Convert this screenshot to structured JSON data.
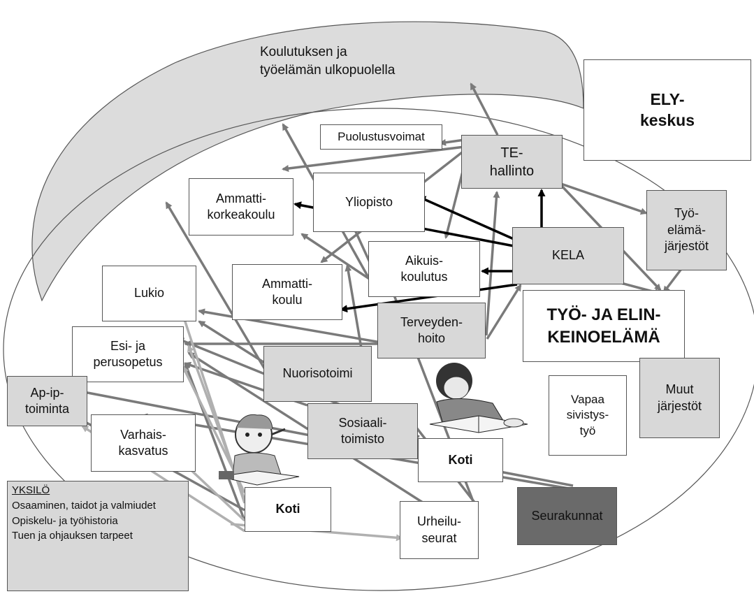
{
  "outside_label": "Koulutuksen ja\ntyöelämän ulkopuolella",
  "boxes": {
    "ely": "ELY-\nkeskus",
    "puolustusvoimat": "Puolustusvoimat",
    "te_hallinto": "TE-\nhallinto",
    "ammattikorkeakoulu": "Ammatti-\nkorkeakoulu",
    "yliopisto": "Yliopisto",
    "tyoelamajarjestot": "Työ-\nelämä-\njärjestöt",
    "aikuiskoulutus": "Aikuis-\nkoulutus",
    "kela": "KELA",
    "lukio": "Lukio",
    "ammattikoulu": "Ammatti-\nkoulu",
    "tyo_ja_elinkeinoelama": "TYÖ- JA ELIN-\nKEINOELÄMÄ",
    "terveydenhoito": "Terveyden-\nhoito",
    "esi_ja_perusopetus": "Esi- ja\nperusopetus",
    "nuorisotoimi": "Nuorisotoimi",
    "vapaa_sivistystyo": "Vapaa\nsivistys-\ntyö",
    "muut_jarjestot": "Muut\njärjestöt",
    "ap_ip_toiminta": "Ap-ip-\ntoiminta",
    "varhaiskasvatus": "Varhais-\nkasvatus",
    "sosiaalitoimisto": "Sosiaali-\ntoimisto",
    "koti_right": "Koti",
    "koti_left": "Koti",
    "urheiluseurat": "Urheilu-\nseurat",
    "seurakunnat": "Seurakunnat"
  },
  "yksilo": {
    "title": "YKSILÖ",
    "lines": [
      "Osaaminen, taidot ja valmiudet",
      "Opiskelu- ja työhistoria",
      "Tuen ja ohjauksen tarpeet"
    ]
  },
  "colors": {
    "box_gray": "#d8d8d8",
    "box_dark": "#6a6a6a",
    "arrow_black": "#000000",
    "arrow_gray": "#7a7a7a",
    "arrow_light": "#b0b0b0",
    "band_fill": "#dcdcdc"
  },
  "icons": [
    "student-reading-icon",
    "child-thinking-icon"
  ]
}
